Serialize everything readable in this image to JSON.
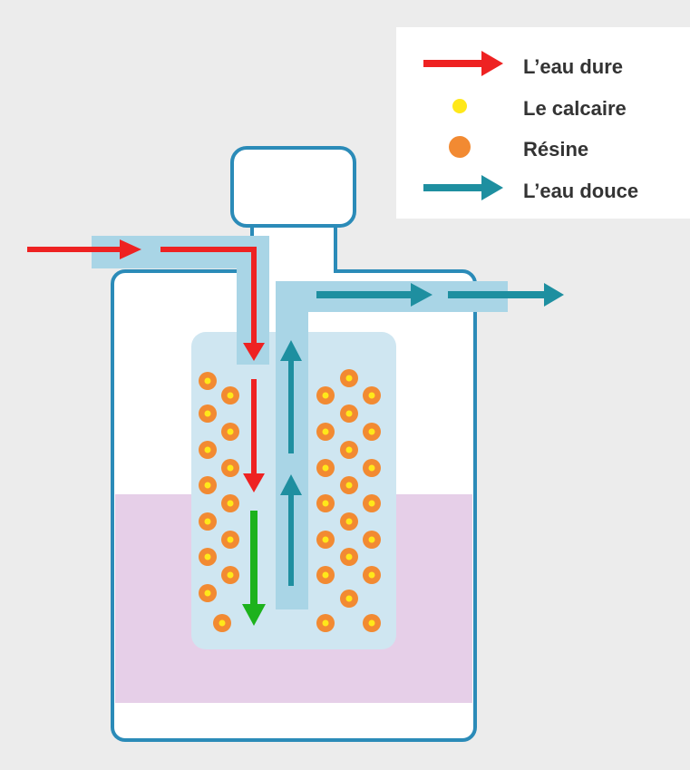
{
  "legend": {
    "items": [
      {
        "key": "hard-water",
        "label": "L’eau dure",
        "symbol": "arrow",
        "color": "#ee2222"
      },
      {
        "key": "limescale",
        "label": "Le calcaire",
        "symbol": "dot",
        "color": "#ffe81a"
      },
      {
        "key": "resin",
        "label": "Résine",
        "symbol": "dot",
        "color": "#f28a32"
      },
      {
        "key": "soft-water",
        "label": "L’eau douce",
        "symbol": "arrow",
        "color": "#1e8fa0"
      }
    ]
  },
  "colors": {
    "background": "#ececec",
    "outline": "#2b8bb8",
    "pipe": "#a9d5e6",
    "resin_tank": "#cfe6f1",
    "brine": "#e6cfe8",
    "hard_water": "#ee2222",
    "soft_water": "#1e8fa0",
    "filtered_flow": "#1db21d",
    "resin": "#f28a32",
    "limescale": "#ffe81a"
  }
}
